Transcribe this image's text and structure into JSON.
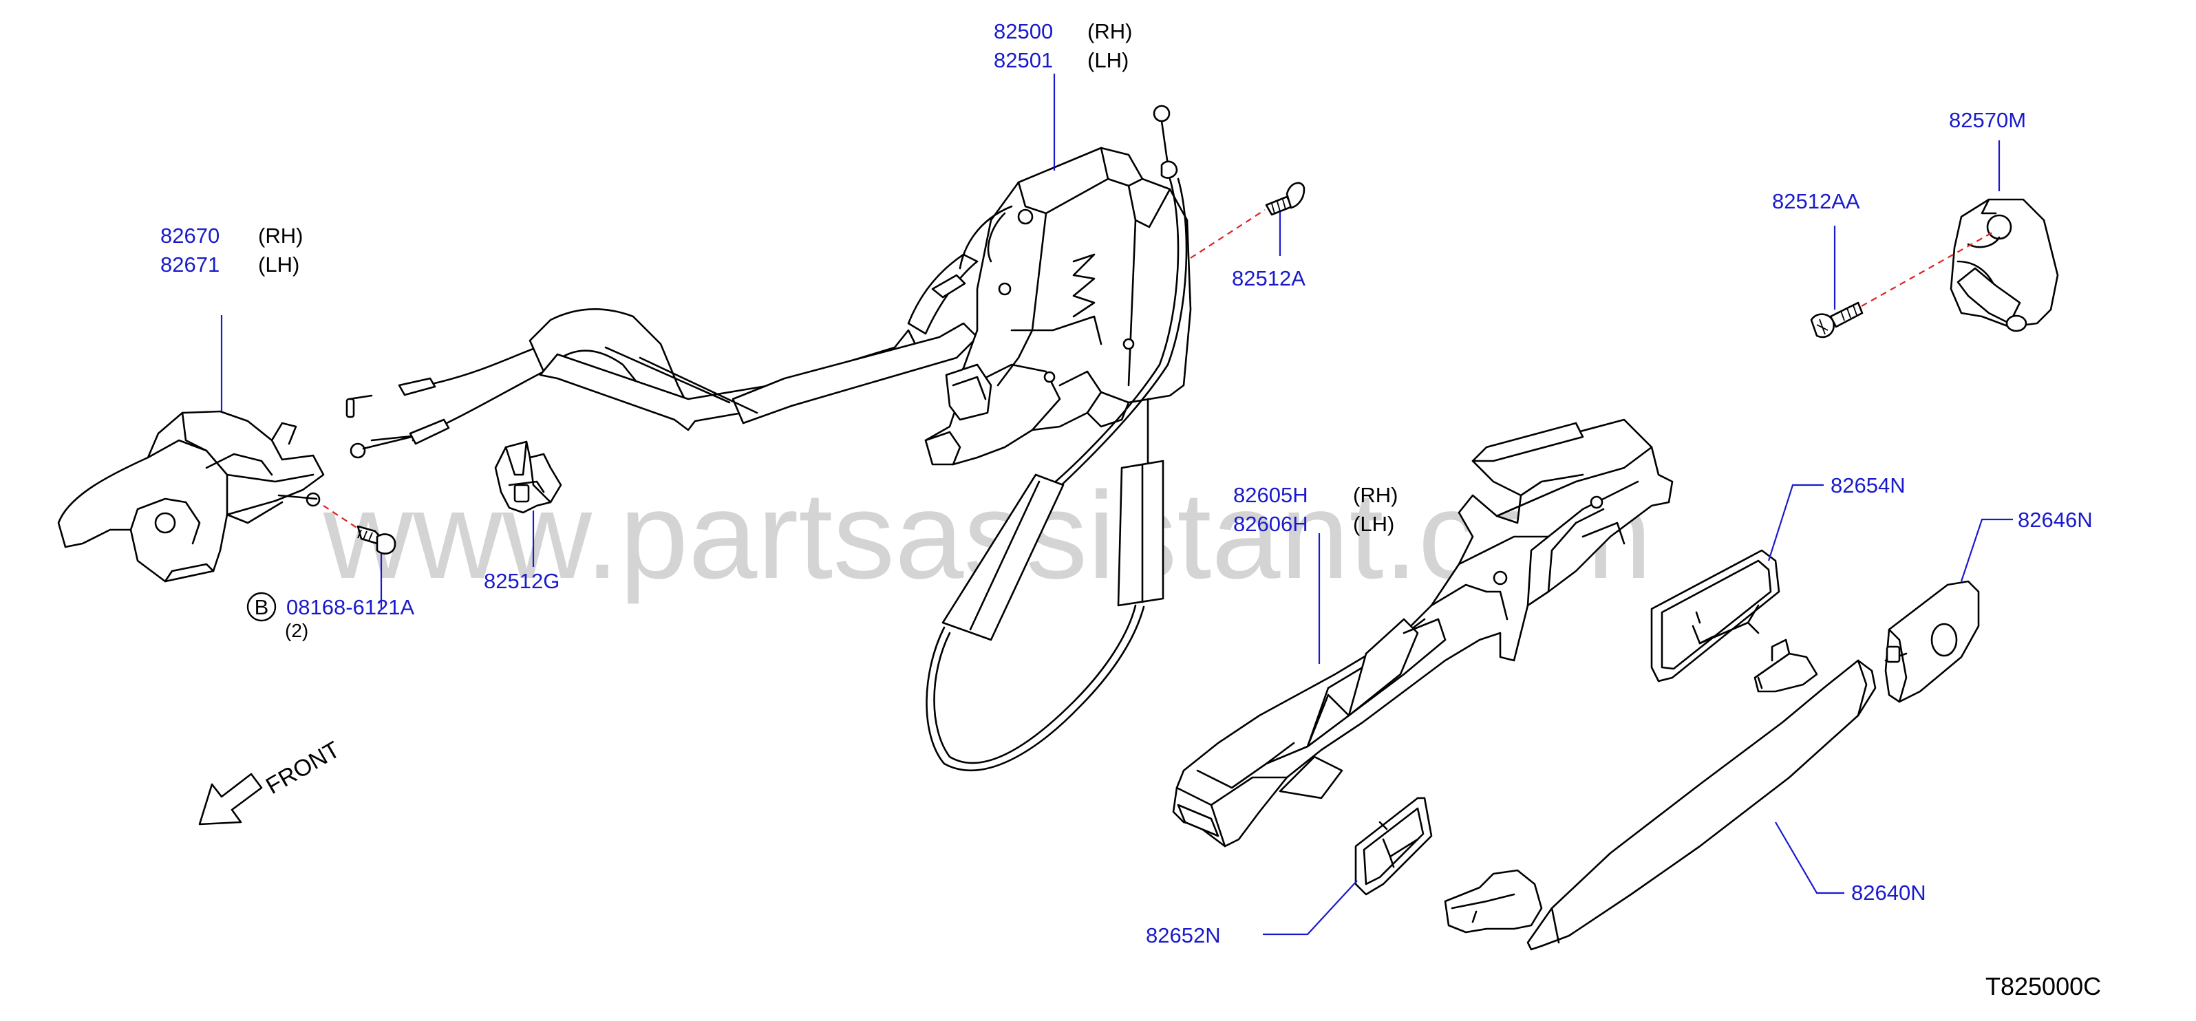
{
  "watermark": "www.partsassistant.com",
  "diagram_code": "T825000C",
  "front_label": "FRONT",
  "bolt_marker": "B",
  "callouts": [
    {
      "id": "82500",
      "side": "(RH)"
    },
    {
      "id": "82501",
      "side": "(LH)"
    },
    {
      "id": "82670",
      "side": "(RH)"
    },
    {
      "id": "82671",
      "side": "(LH)"
    },
    {
      "id": "82512A"
    },
    {
      "id": "82570M"
    },
    {
      "id": "82512AA"
    },
    {
      "id": "82512G"
    },
    {
      "id": "08168-6121A",
      "qty": "(2)"
    },
    {
      "id": "82605H",
      "side": "(RH)"
    },
    {
      "id": "82606H",
      "side": "(LH)"
    },
    {
      "id": "82654N"
    },
    {
      "id": "82646N"
    },
    {
      "id": "82652N"
    },
    {
      "id": "82640N"
    }
  ]
}
